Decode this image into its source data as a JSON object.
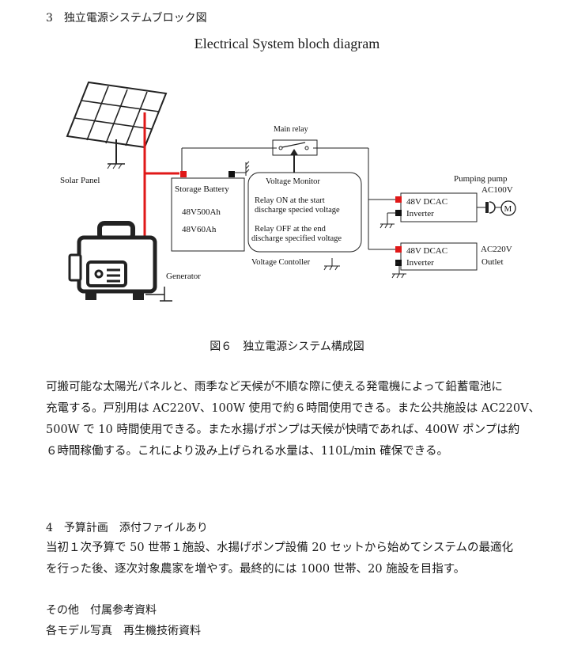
{
  "section3": {
    "heading": "3　独立電源システムブロック図"
  },
  "figure": {
    "title": "Electrical System bloch diagram",
    "caption": "図６　独立電源システム構成図",
    "labels": {
      "solar_panel": "Solar Panel",
      "main_relay": "Main relay",
      "voltage_monitor": "Voltage Monitor",
      "storage_battery": "Storage Battery",
      "battery_spec_1": "48V500Ah",
      "battery_spec_2": "48V60Ah",
      "relay_on_1": "Relay ON at the start",
      "relay_on_2": "discharge specied voltage",
      "relay_off_1": "Relay OFF at the end",
      "relay_off_2": "discharge specified voltage",
      "voltage_controller": "Voltage Contoller",
      "generator": "Generator",
      "inverter1_line1": "48V DCAC",
      "inverter1_line2": "Inverter",
      "inverter2_line1": "48V DCAC",
      "inverter2_line2": "Inverter",
      "pumping_pump": "Pumping pump",
      "ac100v": "AC100V",
      "motor": "M",
      "ac220v": "AC220V",
      "outlet": "Outlet"
    }
  },
  "paragraph1": [
    "可搬可能な太陽光パネルと、雨季など天候が不順な際に使える発電機によって鉛蓄電池に",
    "充電する。戸別用は AC220V、100W 使用で約６時間使用できる。また公共施設は AC220V、",
    "500W で 10 時間使用できる。また水揚げポンプは天候が快晴であれば、400W ポンプは約",
    "６時間稼働する。これにより汲み上げられる水量は、110L/min 確保できる。"
  ],
  "section4": {
    "heading": "4　予算計画　添付ファイルあり"
  },
  "paragraph2": [
    "当初１次予算で 50 世帯１施設、水揚げポンプ設備 20 セットから始めてシステムの最適化",
    "を行った後、逐次対象農家を増やす。最終的には 1000 世帯、20 施設を目指す。"
  ],
  "other": {
    "line1": "その他　付属参考資料",
    "line2": "各モデル写真　再生機技術資料"
  }
}
